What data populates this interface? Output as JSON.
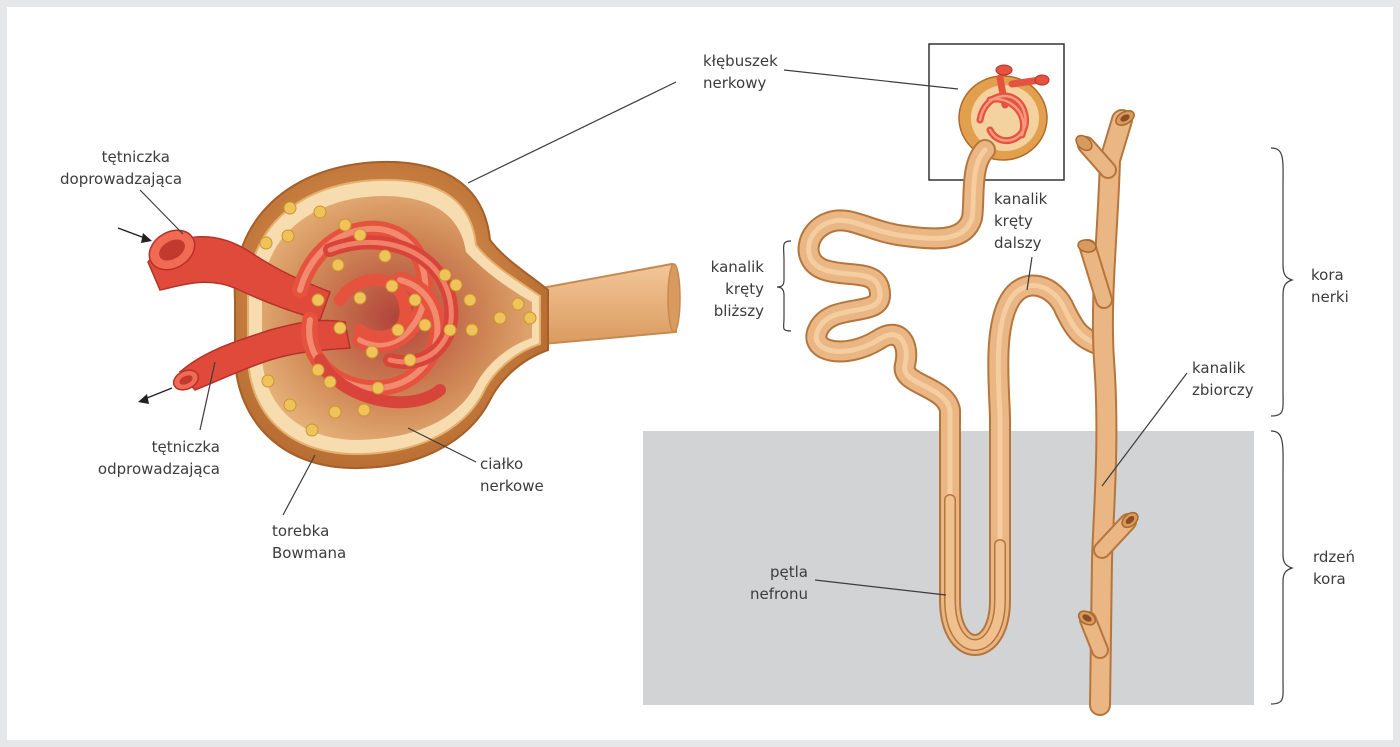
{
  "labels": {
    "afferent": [
      "tętniczka",
      "doprowadzająca"
    ],
    "efferent": [
      "tętniczka",
      "odprowadzająca"
    ],
    "bowman": [
      "torebka",
      "Bowmana"
    ],
    "corpuscle": [
      "ciałko",
      "nerkowe"
    ],
    "glomerulus": [
      "kłębuszek",
      "nerkowy"
    ],
    "proximal": [
      "kanalik",
      "kręty",
      "bliższy"
    ],
    "distal": [
      "kanalik",
      "kręty",
      "dalszy"
    ],
    "loop": [
      "pętla",
      "nefronu"
    ],
    "collecting": [
      "kanalik",
      "zbiorczy"
    ],
    "cortex": [
      "kora",
      "nerki"
    ],
    "medulla": [
      "rdzeń",
      "kora"
    ]
  },
  "colors": {
    "background": "#e6e7e8",
    "panel": "#ffffff",
    "medulla_zone": "#d1d3d4",
    "tubule": "#e8b07a",
    "tubule_outline": "#b5763e",
    "vessel": "#e5533f",
    "capsule": "#c98a4b",
    "leader_line": "#3c3c3c"
  }
}
